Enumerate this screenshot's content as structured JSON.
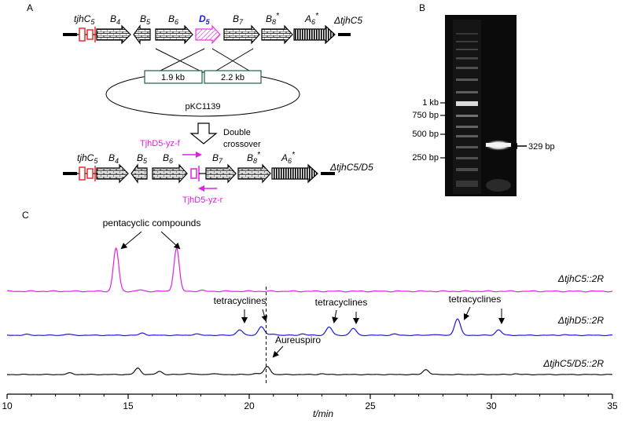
{
  "panels": {
    "a": "A",
    "b": "B",
    "c": "C"
  },
  "panel_a": {
    "genes": {
      "tjhC": "tjhC",
      "tjhC_sub": "5",
      "B4": "B",
      "B4_sub": "4",
      "B5": "B",
      "B5_sub": "5",
      "B6": "B",
      "B6_sub": "6",
      "D5": "D",
      "D5_sub": "5",
      "B7": "B",
      "B7_sub": "7",
      "B8": "B",
      "B8_sub": "8",
      "B8_star": "*",
      "A6": "A",
      "A6_sub": "6",
      "A6_star": "*"
    },
    "strain_top": "ΔtjhC5",
    "strain_bottom": "ΔtjhC5/D5",
    "arm_left": "1.9 kb",
    "arm_right": "2.2 kb",
    "plasmid": "pKC1139",
    "double_crossover_1": "Double",
    "double_crossover_2": "crossover",
    "primer_f": "TjhD5-yz-f",
    "primer_r": "TjhD5-yz-r"
  },
  "panel_b": {
    "ladder_labels": [
      "1 kb",
      "750 bp",
      "500 bp",
      "250 bp"
    ],
    "band_label": "329 bp"
  },
  "chart_data": {
    "type": "line",
    "xlabel": "t/min",
    "x_ticks": [
      10,
      15,
      20,
      25,
      30,
      35
    ],
    "xlim": [
      10,
      35
    ],
    "series": [
      {
        "name": "ΔtjhC5::2R",
        "color": "#e020e0",
        "peaks": [
          [
            14.5,
            1.0
          ],
          [
            15.5,
            0.03
          ],
          [
            17.0,
            1.0
          ],
          [
            18.0,
            0.02
          ]
        ]
      },
      {
        "name": "ΔtjhD5::2R",
        "color": "#1a1ad8",
        "peaks": [
          [
            10.8,
            0.03
          ],
          [
            12.5,
            0.04
          ],
          [
            15.6,
            0.08
          ],
          [
            17.8,
            0.05
          ],
          [
            19.6,
            0.2
          ],
          [
            20.5,
            0.32
          ],
          [
            21.0,
            0.05
          ],
          [
            22.2,
            0.05
          ],
          [
            23.3,
            0.3
          ],
          [
            24.3,
            0.25
          ],
          [
            26.0,
            0.04
          ],
          [
            27.6,
            0.03
          ],
          [
            28.6,
            0.6
          ],
          [
            30.3,
            0.2
          ],
          [
            33.0,
            0.02
          ]
        ]
      },
      {
        "name": "ΔtjhC5/D5::2R",
        "color": "#111111",
        "peaks": [
          [
            12.6,
            0.06
          ],
          [
            15.4,
            0.25
          ],
          [
            16.3,
            0.12
          ],
          [
            17.5,
            0.05
          ],
          [
            18.5,
            0.04
          ],
          [
            20.3,
            0.05
          ],
          [
            20.75,
            0.32
          ],
          [
            23.0,
            0.03
          ],
          [
            27.3,
            0.2
          ],
          [
            31.0,
            0.03
          ]
        ]
      }
    ],
    "annotations": {
      "pentacyclic": "pentacyclic compounds",
      "tetracyclines": "tetracyclines",
      "aureuspiro": "Aureuspiro"
    },
    "dashed_line_x": 20.7
  }
}
